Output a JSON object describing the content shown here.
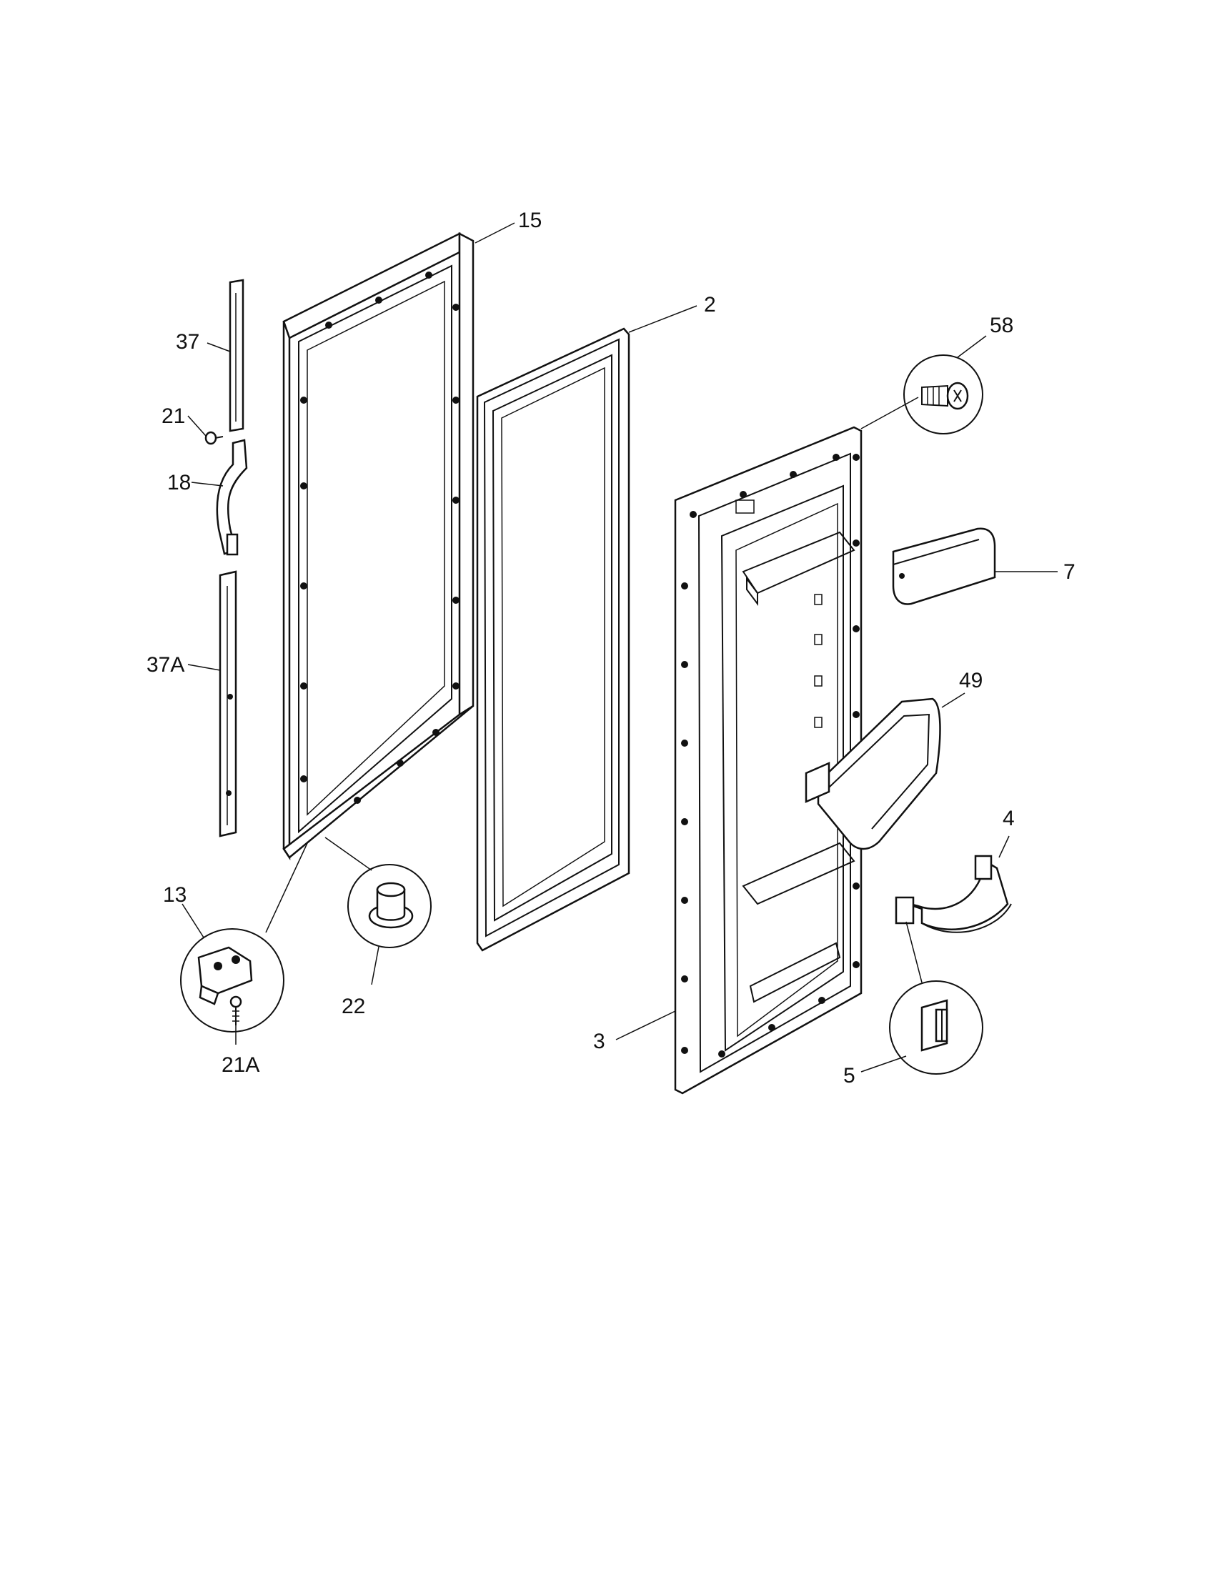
{
  "diagram": {
    "parts": [
      {
        "id": "15",
        "label": "15",
        "name": "door-outer-frame"
      },
      {
        "id": "2",
        "label": "2",
        "name": "door-gasket"
      },
      {
        "id": "58",
        "label": "58",
        "name": "screw"
      },
      {
        "id": "37",
        "label": "37",
        "name": "handle-trim-upper"
      },
      {
        "id": "21",
        "label": "21",
        "name": "screw-small"
      },
      {
        "id": "18",
        "label": "18",
        "name": "door-handle"
      },
      {
        "id": "7",
        "label": "7",
        "name": "dairy-door"
      },
      {
        "id": "37A",
        "label": "37A",
        "name": "handle-trim-lower"
      },
      {
        "id": "49",
        "label": "49",
        "name": "door-bin"
      },
      {
        "id": "4",
        "label": "4",
        "name": "bottle-retainer"
      },
      {
        "id": "13",
        "label": "13",
        "name": "hinge-bracket"
      },
      {
        "id": "22",
        "label": "22",
        "name": "door-stop"
      },
      {
        "id": "21A",
        "label": "21A",
        "name": "hinge-screw"
      },
      {
        "id": "3",
        "label": "3",
        "name": "inner-door-liner"
      },
      {
        "id": "5",
        "label": "5",
        "name": "retainer-clip"
      }
    ]
  }
}
